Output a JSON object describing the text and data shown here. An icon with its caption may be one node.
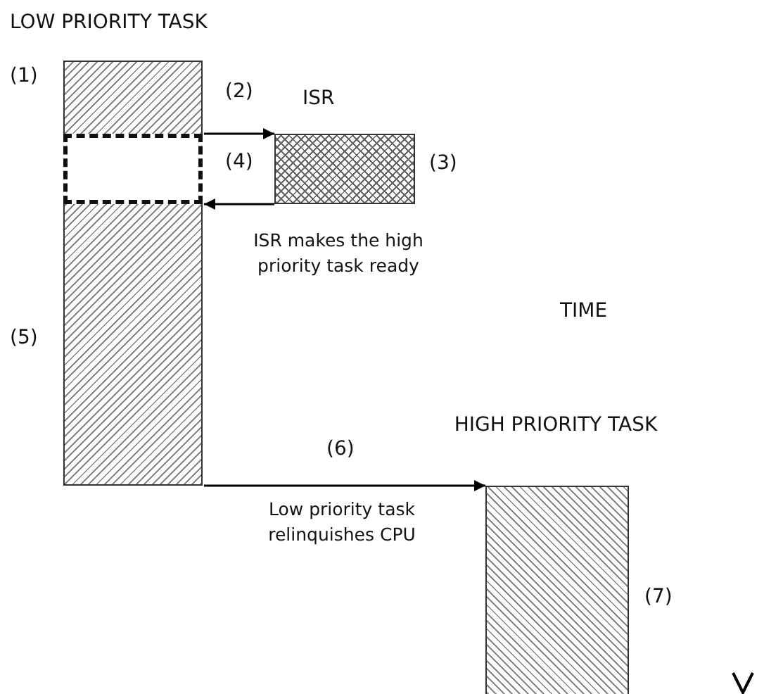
{
  "diagram": {
    "nodes": [
      {
        "text": [
          "LOW PRIORITY TASK"
        ],
        "beside": [
          "(1)"
        ]
      },
      {
        "text": [],
        "shape": "box"
      },
      {
        "text": [],
        "shape": "bar",
        "beside": [
          "(5)"
        ]
      },
      {
        "text": [
          "ISR"
        ],
        "beside": [
          "(3)"
        ]
      },
      {
        "text": [
          "HIGH PRIORITY TASK"
        ],
        "beside": [
          "(7)"
        ]
      }
    ],
    "edges": [
      {
        "from": 0,
        "to": 3,
        "arrow": "to",
        "label": "(2)"
      },
      {
        "from": 3,
        "to": 1,
        "arrow": "to",
        "label": "(4)"
      },
      {
        "from": 2,
        "to": 4,
        "arrow": "to",
        "label": "(6)"
      }
    ],
    "labels": [
      "ISR makes the high priority task ready",
      "TIME",
      "Low priority task relinquishes CPU"
    ]
  }
}
